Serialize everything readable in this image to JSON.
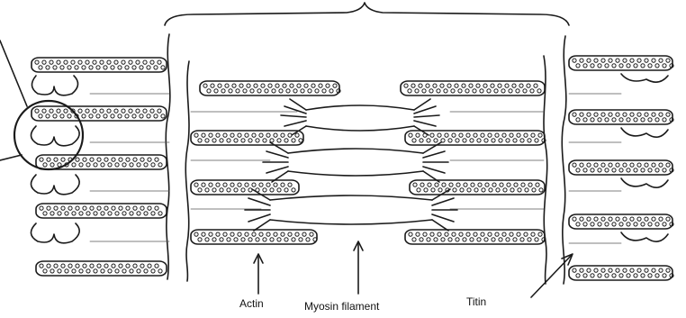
{
  "labels": {
    "actin": "Actin",
    "myosin": "Myosin filament",
    "titin": "Titin"
  },
  "colors": {
    "ink": "#1a1a1a",
    "background": "#ffffff"
  }
}
